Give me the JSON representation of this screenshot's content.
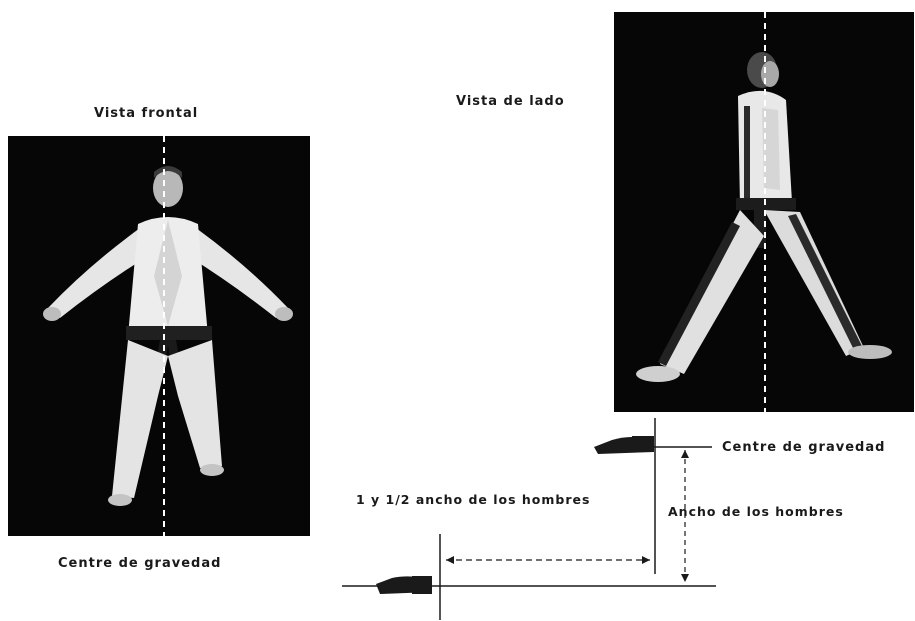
{
  "front_view": {
    "title": "Vista frontal",
    "caption": "Centre de gravedad"
  },
  "side_view": {
    "title": "Vista de lado"
  },
  "foot_diagram": {
    "center_label": "Centre de gravedad",
    "wide_label": "1 y 1/2 ancho de los hombres",
    "shoulder_label": "Ancho de los hombres"
  }
}
